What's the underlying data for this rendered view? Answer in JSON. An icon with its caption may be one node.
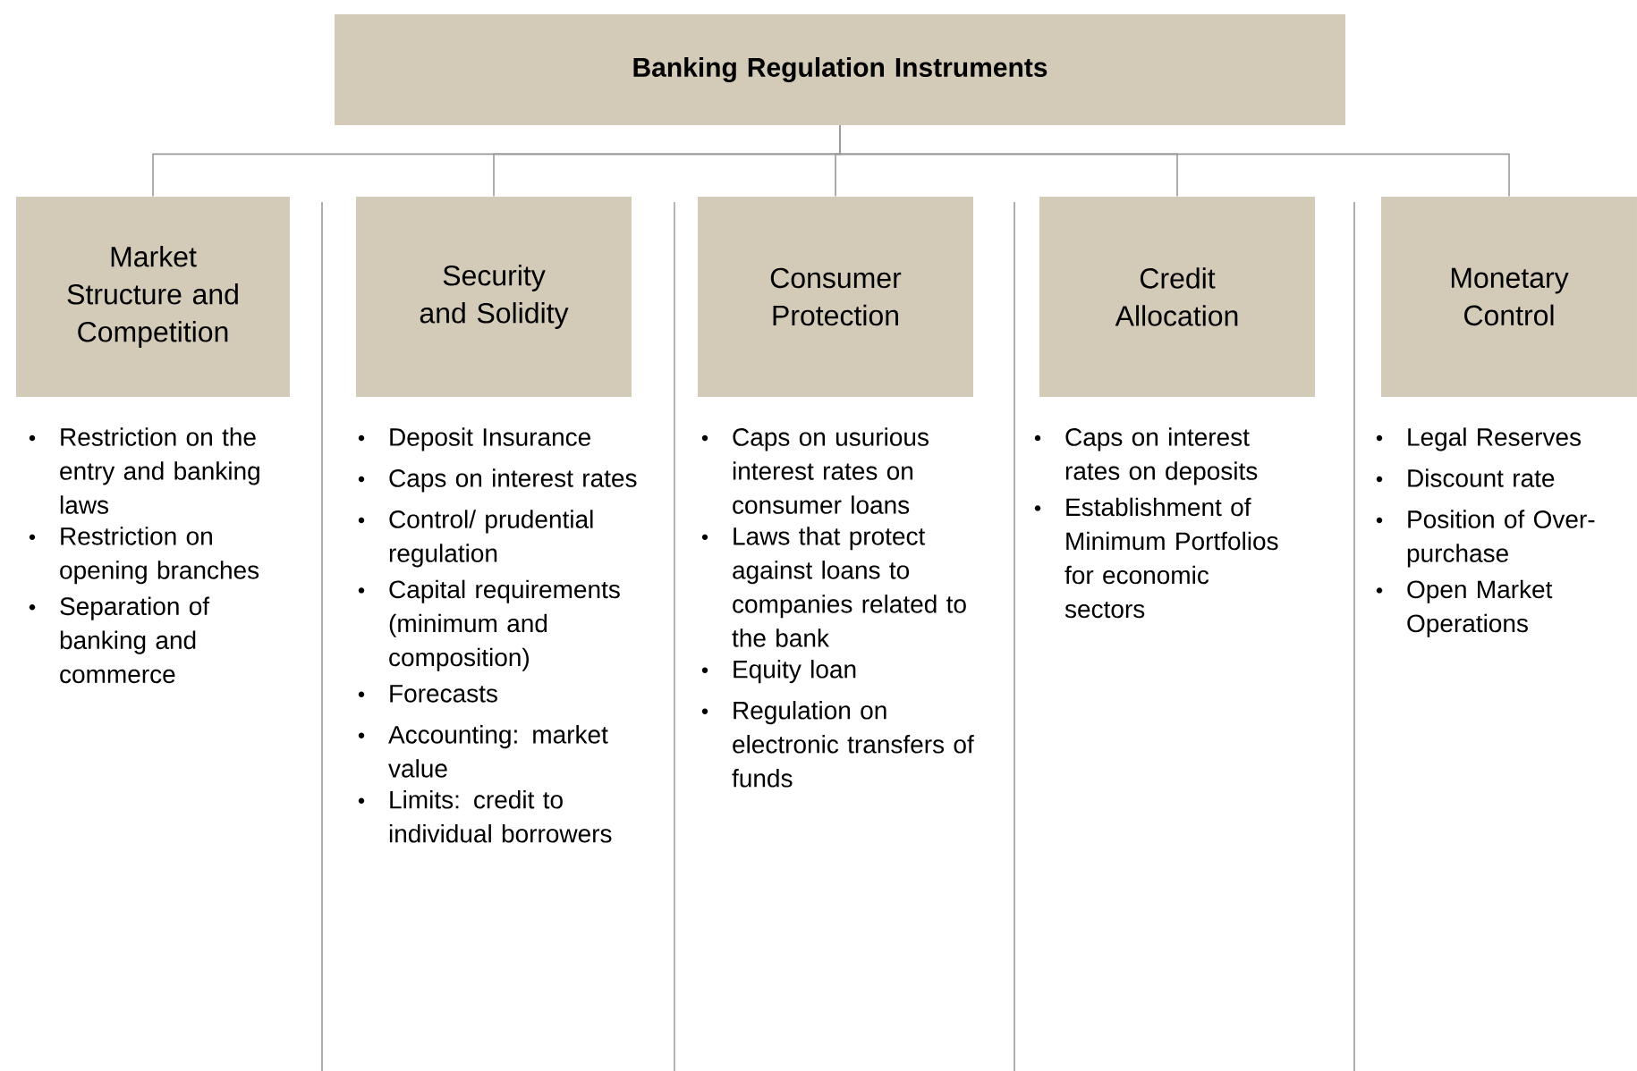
{
  "diagram": {
    "nodes": [
      {
        "text": [
          "Banking Regulation Instruments"
        ]
      },
      {
        "text": [
          "Market Structure and Competition"
        ],
        "beside": [
          "Restriction on the entry and banking laws",
          "Restriction on opening branches",
          "Separation of banking and commerce"
        ]
      },
      {
        "text": [
          "Security and Solidity"
        ],
        "beside": [
          "Deposit Insurance",
          "Caps on interest rates",
          "Control/ prudential regulation",
          "Capital requirements (minimum and composition)",
          "Forecasts",
          "Accounting: market value",
          "Limits: credit to individual borrowers"
        ]
      },
      {
        "text": [
          "Consumer Protection"
        ],
        "beside": [
          "Caps on usurious interest rates on consumer loans",
          "Laws that protect against loans to companies related to the bank",
          "Equity loan",
          "Regulation on electronic transfers of funds"
        ]
      },
      {
        "text": [
          "Credit Allocation"
        ],
        "beside": [
          "Caps on interest rates on deposits",
          "Establishment of Minimum Portfolios for economic sectors"
        ]
      },
      {
        "text": [
          "Monetary Control"
        ],
        "beside": [
          "Legal Reserves",
          "Discount rate",
          "Position of Over-purchase",
          "Open Market Operations"
        ]
      }
    ],
    "edges": [
      {
        "from": 0,
        "to": 1,
        "arrow": "none"
      },
      {
        "from": 0,
        "to": 2,
        "arrow": "none"
      },
      {
        "from": 0,
        "to": 3,
        "arrow": "none"
      },
      {
        "from": 0,
        "to": 4,
        "arrow": "none"
      },
      {
        "from": 0,
        "to": 5,
        "arrow": "none"
      }
    ]
  }
}
